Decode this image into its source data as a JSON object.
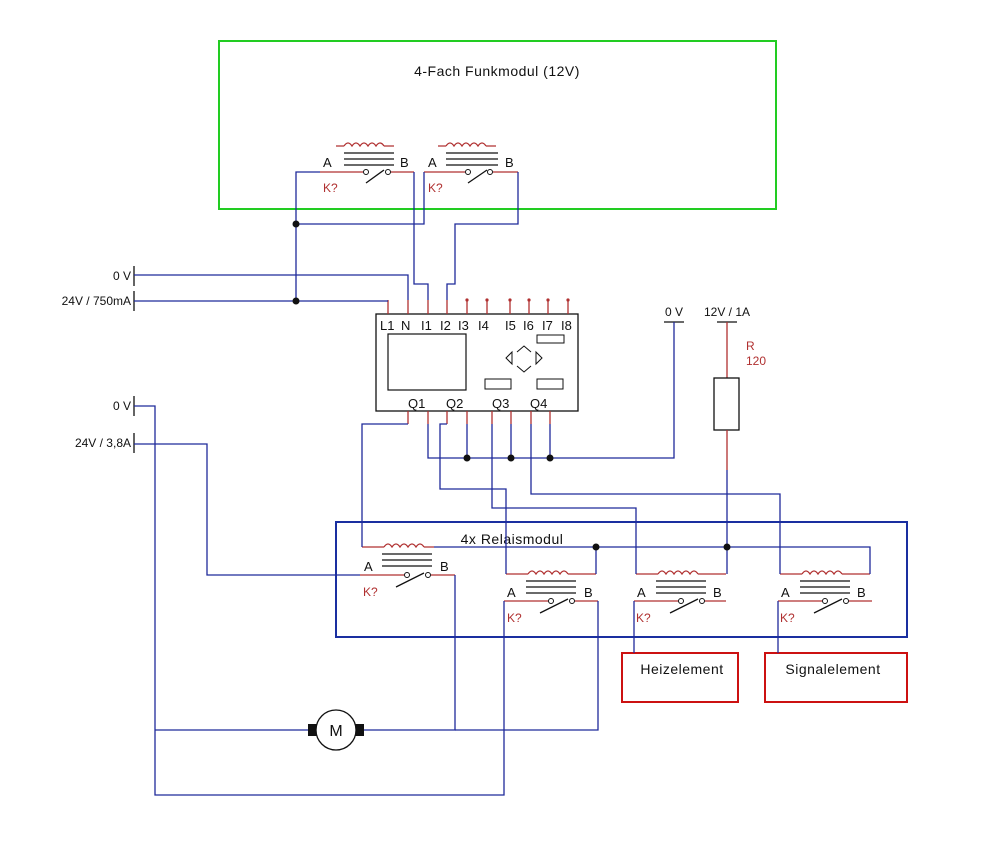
{
  "colors": {
    "wire": "#1f2a9a",
    "accent_red": "#b03030",
    "radio_module_border": "#22cc22",
    "relay_module_border": "#1a2fa0",
    "load_border": "#cc1111",
    "ink": "#111111"
  },
  "radio_module": {
    "title": "4-Fach Funkmodul (12V)"
  },
  "relay_module": {
    "title": "4x Relaismodul"
  },
  "relay": {
    "contact_a": "A",
    "contact_b": "B",
    "reference": "K?"
  },
  "supplies": {
    "logic_0v": "0 V",
    "logic_24v": "24V / 750mA",
    "motor_0v": "0 V",
    "motor_24v": "24V / 3,8A",
    "out_0v": "0 V",
    "out_12v": "12V / 1A"
  },
  "controller": {
    "input_labels": [
      "L1",
      "N",
      "I1",
      "I2",
      "I3",
      "I4",
      "I5",
      "I6",
      "I7",
      "I8"
    ],
    "output_labels": [
      "Q1",
      "Q2",
      "Q3",
      "Q4"
    ]
  },
  "resistor": {
    "name": "R",
    "value": "120"
  },
  "motor": {
    "symbol": "M"
  },
  "loads": {
    "heater": "Heizelement",
    "signal": "Signalelement"
  }
}
